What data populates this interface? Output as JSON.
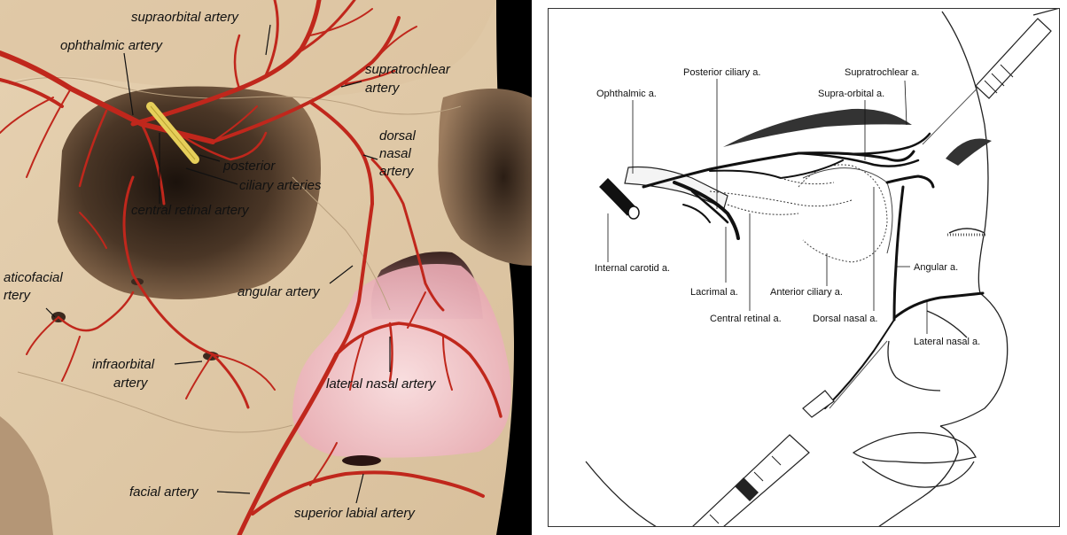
{
  "left_panel": {
    "labels": {
      "supraorbital": "supraorbital artery",
      "ophthalmic": "ophthalmic artery",
      "supratrochlear_1": "supratrochlear",
      "supratrochlear_2": "artery",
      "dorsal_nasal_1": "dorsal",
      "dorsal_nasal_2": "nasal",
      "dorsal_nasal_3": "artery",
      "posterior_ciliary_1": "posterior",
      "posterior_ciliary_2": "ciliary arteries",
      "central_retinal": "central retinal artery",
      "zygomaticofacial_1": "aticofacial",
      "zygomaticofacial_2": "rtery",
      "angular": "angular artery",
      "infraorbital_1": "infraorbital",
      "infraorbital_2": "artery",
      "lateral_nasal": "lateral nasal artery",
      "facial": "facial artery",
      "superior_labial": "superior labial artery"
    },
    "colors": {
      "skull": "#e8d3b3",
      "orbit": "#3a2a20",
      "artery": "#c0271c",
      "nose": "#f2c6cc"
    }
  },
  "right_panel": {
    "labels": {
      "posterior_ciliary": "Posterior ciliary a.",
      "supratrochlear": "Supratrochlear a.",
      "ophthalmic": "Ophthalmic a.",
      "supra_orbital": "Supra-orbital a.",
      "internal_carotid": "Internal carotid a.",
      "lacrimal": "Lacrimal a.",
      "anterior_ciliary": "Anterior ciliary a.",
      "angular": "Angular a.",
      "central_retinal": "Central retinal a.",
      "dorsal_nasal": "Dorsal nasal a.",
      "lateral_nasal": "Lateral nasal a."
    }
  }
}
